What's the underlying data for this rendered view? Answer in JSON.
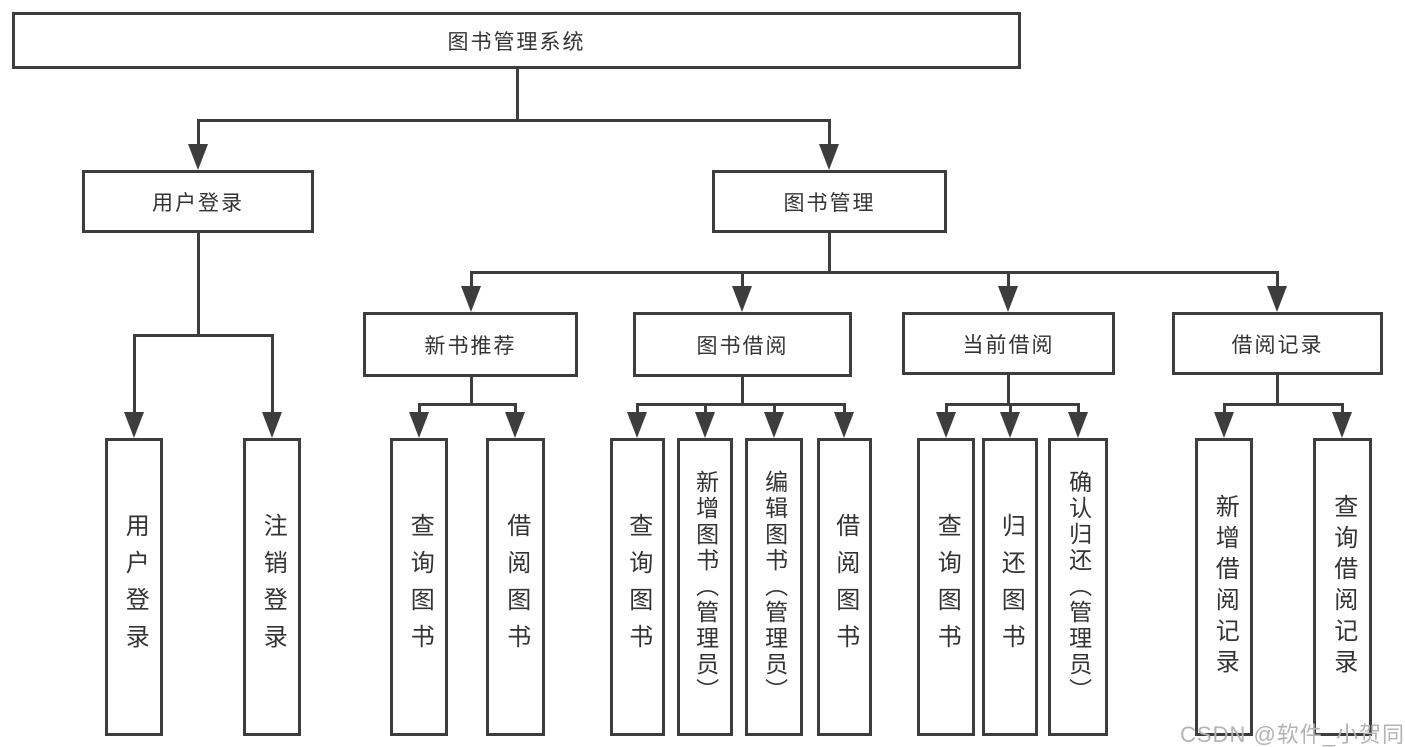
{
  "diagram": {
    "root": {
      "label": "图书管理系统"
    },
    "level1": [
      {
        "label": "用户登录"
      },
      {
        "label": "图书管理"
      }
    ],
    "level2": [
      {
        "label": "新书推荐",
        "parent": "图书管理"
      },
      {
        "label": "图书借阅",
        "parent": "图书管理"
      },
      {
        "label": "当前借阅",
        "parent": "图书管理"
      },
      {
        "label": "借阅记录",
        "parent": "图书管理"
      }
    ],
    "leaves": [
      {
        "label": "用户登录",
        "parent": "用户登录"
      },
      {
        "label": "注销登录",
        "parent": "用户登录"
      },
      {
        "label": "查询图书",
        "parent": "新书推荐"
      },
      {
        "label": "借阅图书",
        "parent": "新书推荐"
      },
      {
        "label": "查询图书",
        "parent": "图书借阅"
      },
      {
        "label": "新增图书（管理员）",
        "parent": "图书借阅"
      },
      {
        "label": "编辑图书（管理员）",
        "parent": "图书借阅"
      },
      {
        "label": "借阅图书",
        "parent": "图书借阅"
      },
      {
        "label": "查询图书",
        "parent": "当前借阅"
      },
      {
        "label": "归还图书",
        "parent": "当前借阅"
      },
      {
        "label": "确认归还（管理员）",
        "parent": "当前借阅"
      },
      {
        "label": "新增借阅记录",
        "parent": "借阅记录"
      },
      {
        "label": "查询借阅记录",
        "parent": "借阅记录"
      }
    ],
    "colors": {
      "line": "#3d3d3d",
      "text": "#333333",
      "box_background": "#ffffff"
    }
  },
  "watermark": {
    "text": "CSDN @软件_小贺同学",
    "color": "#b3b3b3"
  }
}
